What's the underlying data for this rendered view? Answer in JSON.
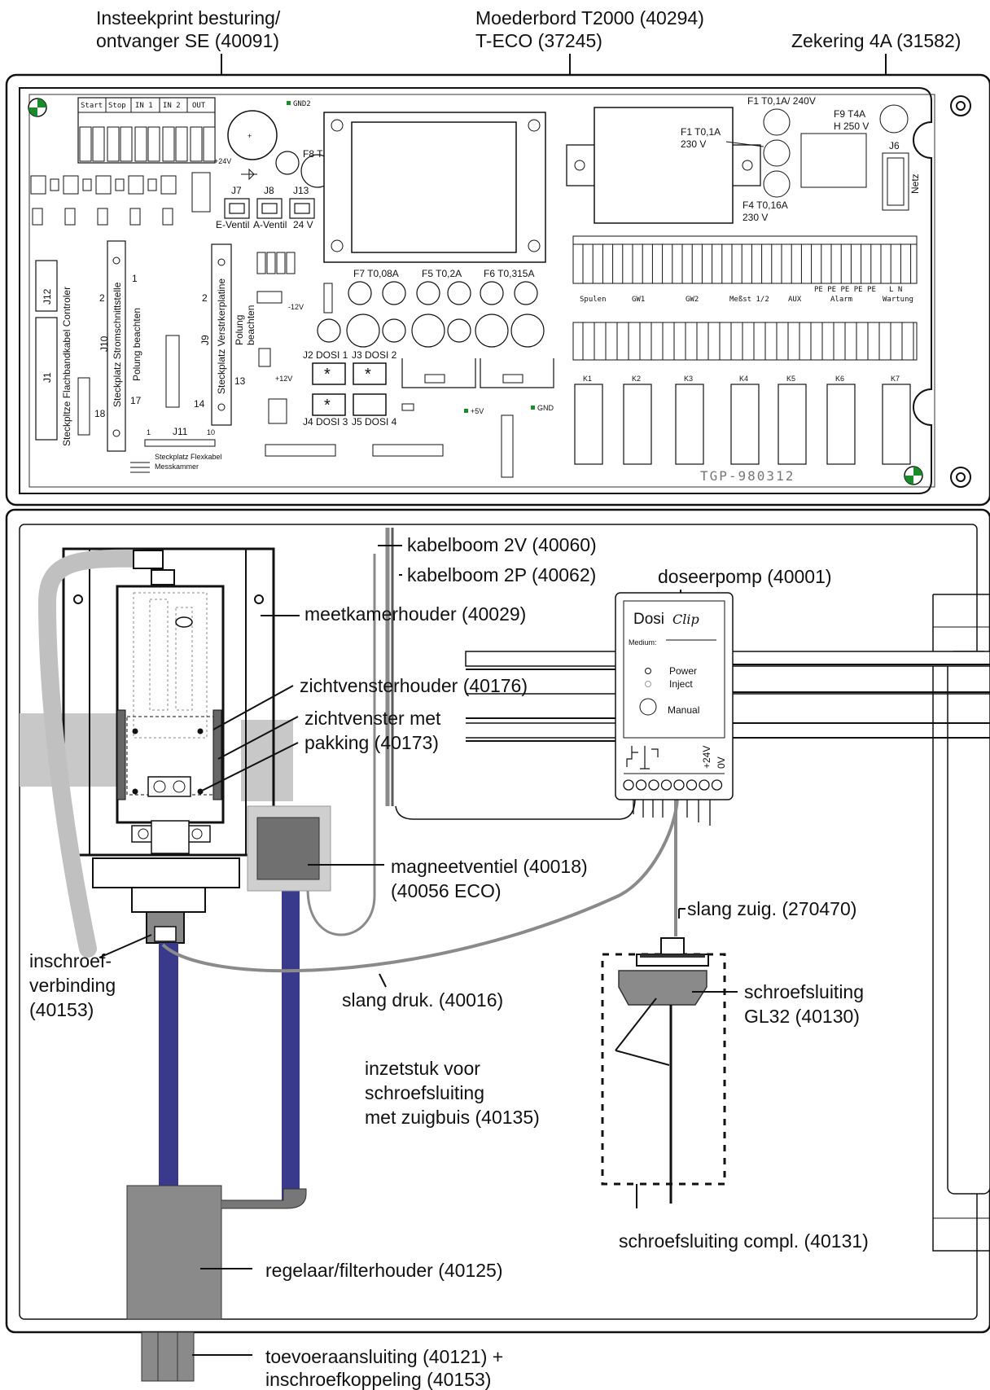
{
  "callouts": {
    "insteekprint_1": "Insteekprint besturing/",
    "insteekprint_2": "ontvanger SE (40091)",
    "moederbord_1": "Moederbord T2000 (40294)",
    "moederbord_2": "T-ECO (37245)",
    "zekering": "Zekering 4A (31582)",
    "kabelboom_2v": "kabelboom 2V (40060)",
    "kabelboom_2p": "kabelboom 2P (40062)",
    "doseerpomp": "doseerpomp (40001)",
    "meetkamerhouder": "meetkamerhouder (40029)",
    "zichtvensterhouder": "zichtvensterhouder (40176)",
    "zichtvenster_1": "zichtvenster met",
    "zichtvenster_2": "pakking  (40173)",
    "magneetventiel_1": "magneetventiel (40018)",
    "magneetventiel_2": "(40056 ECO)",
    "slang_zuig": "slang zuig. (270470)",
    "inschroef_1": "inschroef-",
    "inschroef_2": "verbinding",
    "inschroef_3": "(40153)",
    "slang_druk": "slang druk. (40016)",
    "schroefsluiting_1": "schroefsluiting",
    "schroefsluiting_2": "GL32 (40130)",
    "inzetstuk_1": "inzetstuk voor",
    "inzetstuk_2": "schroefsluiting",
    "inzetstuk_3": "met zuigbuis  (40135)",
    "schroefsluiting_compl": "schroefsluiting compl. (40131)",
    "regelaar": "regelaar/filterhouder (40125)",
    "toevoer_1": "toevoeraansluiting (40121) +",
    "toevoer_2": "inschroefkoppeling (40153)"
  },
  "pcb": {
    "terminal_labels": [
      "Start",
      "Stop",
      "IN 1",
      "IN 2",
      "OUT"
    ],
    "gnd2": "GND2",
    "plus24v": "+24V",
    "f8": "F8 T1A",
    "j7": "J7",
    "j8": "J8",
    "j13": "J13",
    "e_ventil": "E-Ventil",
    "a_ventil": "A-Ventil",
    "v24": "24 V",
    "j12": "J12",
    "flachband": "Steckpltze Flachbandkabel Controler",
    "j1": "J1",
    "j10": "J10",
    "strom": "Steckplatz Stromschnittstelle",
    "polung": "Polung beachten",
    "j9": "J9",
    "verstaerker": "Steckplatz Verstrkerplatine",
    "polung2_1": "Polung",
    "polung2_2": "beachten",
    "pin_1": "1",
    "pin_2": "2",
    "pin_2b": "2",
    "pin_18": "18",
    "pin_17": "17",
    "pin_14": "14",
    "pin_13": "13",
    "j11": "J11",
    "pin_j11_1": "1",
    "pin_j11_10": "10",
    "flexkabel_1": "Steckplatz Flexkabel",
    "flexkabel_2": "Messkammer",
    "minus12v": "-12V",
    "plus12v": "+12V",
    "f7": "F7 T0,08A",
    "f5": "F5 T0,2A",
    "f6": "F6 T0,315A",
    "j2": "J2 DOSI 1",
    "j3": "J3 DOSI 2",
    "j4": "J4 DOSI 3",
    "j5": "J5 DOSI 4",
    "plus5v": "+5V",
    "gnd": "GND",
    "f1_top": "F1 T0,1A/ 240V",
    "f9_1": "F9 T4A",
    "f9_2": "H 250 V",
    "f1_mid_1": "F1 T0,1A",
    "f1_mid_2": "230 V",
    "j6": "J6",
    "netz": "Netz",
    "f4_1": "F4 T0,16A",
    "f4_2": "230 V",
    "relay_groups": [
      "Spulen",
      "GW1",
      "GW2",
      "Meßst 1/2",
      "AUX",
      "Alarm",
      "Wartung"
    ],
    "relays": [
      "K1",
      "K2",
      "K3",
      "K4",
      "K5",
      "K6",
      "K7"
    ],
    "pe_labels": "PE PE PE PE PE",
    "ln_labels": "L    N",
    "board_id": "TGP-980312"
  },
  "pump": {
    "brand": "Dosi",
    "model": "Clip",
    "medium": "Medium:",
    "power": "Power",
    "inject": "Inject",
    "manual": "Manual",
    "v24": "+24V",
    "v0": "0V"
  }
}
